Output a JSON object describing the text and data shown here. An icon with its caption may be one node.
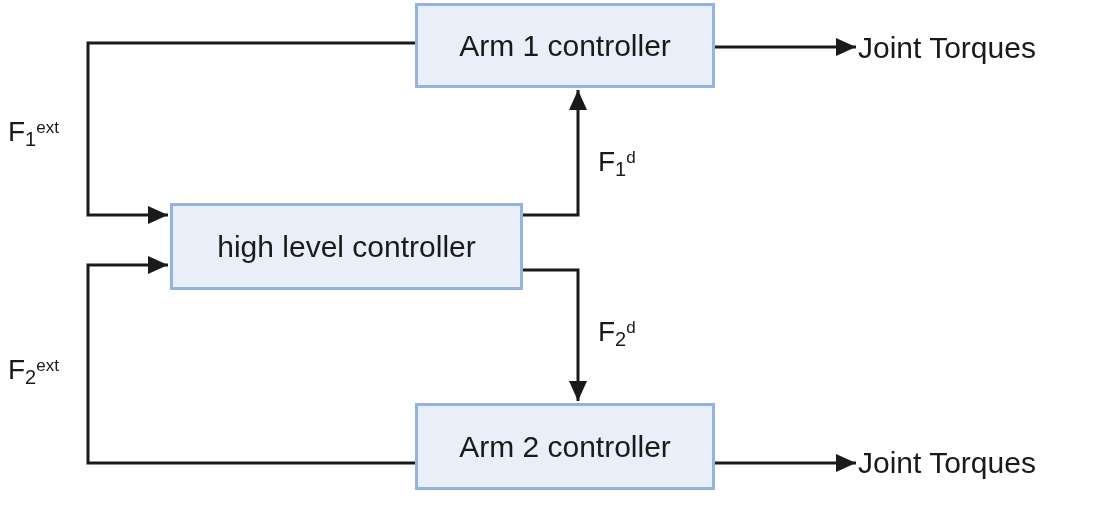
{
  "diagram": {
    "nodes": [
      {
        "text": [
          "Arm 1 controller"
        ]
      },
      {
        "text": [
          "Joint Torques"
        ]
      },
      {
        "text": [
          "high level controller"
        ]
      },
      {
        "text": [
          "Arm 2 controller"
        ]
      },
      {
        "text": [
          "Joint Torques"
        ]
      }
    ],
    "edges": [
      {
        "from": 0,
        "to": 1,
        "arrow": "to"
      },
      {
        "from": 0,
        "to": 2,
        "arrow": "to",
        "label": "F$_{1}$$^{ext}$"
      },
      {
        "from": 2,
        "to": 0,
        "arrow": "to",
        "label": "F$_{1}$$^{d}$"
      },
      {
        "from": 2,
        "to": 3,
        "arrow": "to",
        "label": "F$_{2}$$^{d}$"
      },
      {
        "from": 3,
        "to": 2,
        "arrow": "to",
        "label": "F$_{2}$$^{ext}$"
      },
      {
        "from": 3,
        "to": 4,
        "arrow": "to"
      }
    ]
  }
}
